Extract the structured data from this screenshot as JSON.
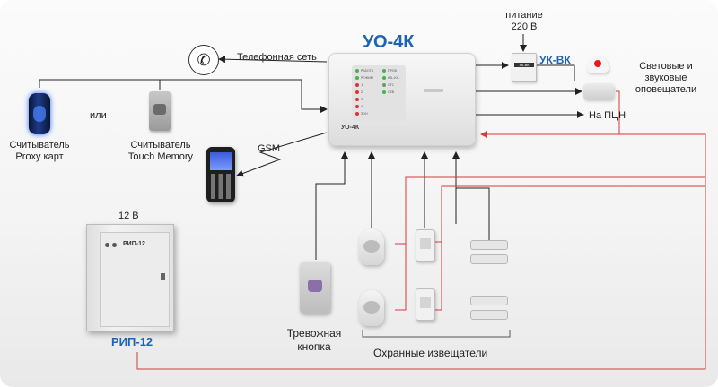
{
  "labels": {
    "uo4k_title": "УО-4К",
    "power_line1": "питание",
    "power_line2": "220 В",
    "ukvk_title": "УК-ВК",
    "light_sound_line1": "Световые и",
    "light_sound_line2": "звуковые",
    "light_sound_line3": "оповещатели",
    "phone_network": "Телефонная сеть",
    "to_pcn": "На ПЦН",
    "gsm": "GSM",
    "or": "или",
    "proxy_line1": "Считыватель",
    "proxy_line2": "Proxy карт",
    "tm_line1": "Считыватель",
    "tm_line2": "Touch Memory",
    "power_12v": "12 В",
    "rip_title": "РИП-12",
    "alarm_line1": "Тревожная",
    "alarm_line2": "кнопка",
    "detectors": "Охранные извещатели"
  },
  "device_face": {
    "model": "УО-4К",
    "leds_left": [
      "РАБОТА",
      "РЕЖИМ",
      "1",
      "2",
      "3",
      "4",
      "ЗОН"
    ],
    "leds_right": [
      "ПРОВ",
      "КВ.-КЛ.",
      "СТС",
      "СЕВ"
    ],
    "rip_plate": "РИП-12",
    "ukvk_plate": "УК-ВК"
  },
  "colors": {
    "accent_blue": "#1f64b4",
    "power_wire": "#d33a3a",
    "signal_wire": "#222222"
  },
  "icons": [
    "phone-icon",
    "proxy-reader-icon",
    "touch-memory-icon",
    "gsm-phone-icon",
    "siren-icon",
    "strobe-icon"
  ]
}
